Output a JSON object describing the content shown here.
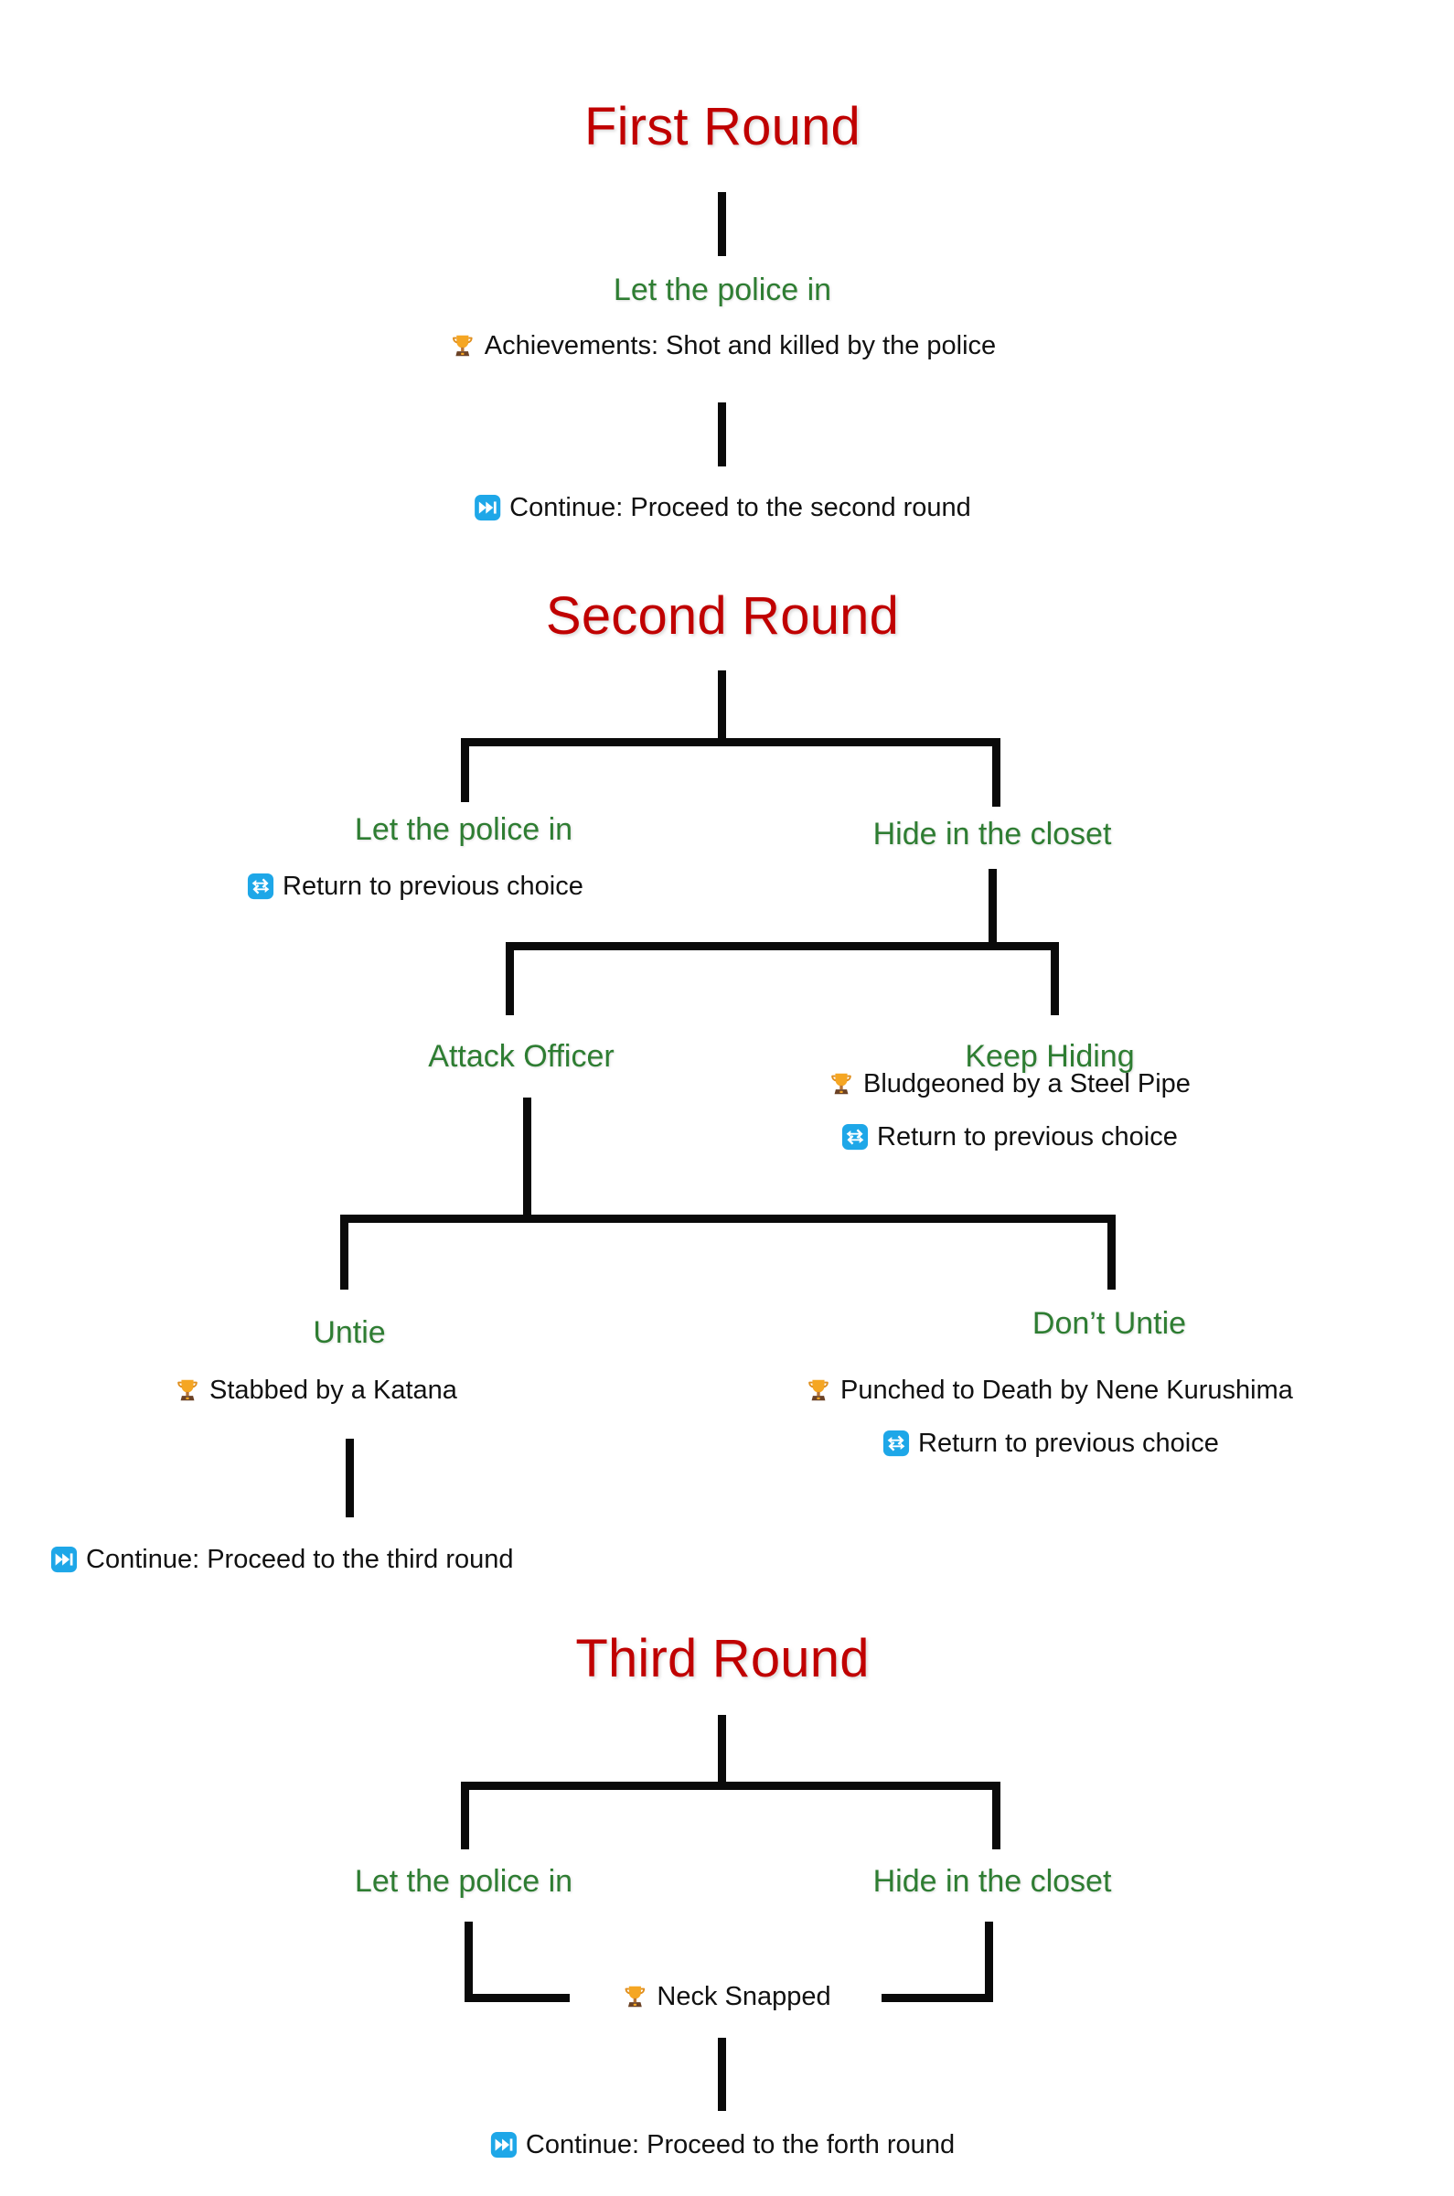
{
  "diagram": {
    "title": "Game ending decision tree",
    "colors": {
      "round_heading": "#c00000",
      "choice_label": "#2e7d32",
      "annotation_text": "#111111",
      "connector": "#0a0a0a",
      "icon_blue": "#1ea7e8",
      "icon_trophy_gold": "#f0a72a",
      "background": "#ffffff"
    },
    "icon_names": {
      "achievement": "trophy-icon",
      "continue": "fast-forward-icon",
      "return": "repeat-icon"
    }
  },
  "rounds": [
    {
      "id": "first",
      "heading": "First Round",
      "choices": [
        {
          "id": "first-let-police-in",
          "label": "Let the police in",
          "annotations": [
            {
              "icon": "trophy-icon",
              "text": "Achievements: Shot and killed by the police"
            }
          ]
        }
      ],
      "transition": {
        "icon": "fast-forward-icon",
        "text": "Continue: Proceed to the second round"
      }
    },
    {
      "id": "second",
      "heading": "Second Round",
      "choices": [
        {
          "id": "second-let-police-in",
          "label": "Let the police in",
          "annotations": [
            {
              "icon": "repeat-icon",
              "text": "Return to previous choice"
            }
          ]
        },
        {
          "id": "second-hide-in-closet",
          "label": "Hide in the closet",
          "annotations": []
        },
        {
          "id": "second-attack-officer",
          "label": "Attack Officer",
          "annotations": []
        },
        {
          "id": "second-keep-hiding",
          "label": "Keep Hiding",
          "annotations": [
            {
              "icon": "trophy-icon",
              "text": "Bludgeoned by a Steel Pipe"
            },
            {
              "icon": "repeat-icon",
              "text": "Return to previous choice"
            }
          ]
        },
        {
          "id": "second-untie",
          "label": "Untie",
          "annotations": [
            {
              "icon": "trophy-icon",
              "text": "Stabbed by a Katana"
            }
          ]
        },
        {
          "id": "second-dont-untie",
          "label": "Don’t Untie",
          "annotations": [
            {
              "icon": "trophy-icon",
              "text": "Punched to Death by Nene Kurushima"
            },
            {
              "icon": "repeat-icon",
              "text": "Return to previous choice"
            }
          ]
        }
      ],
      "transition": {
        "icon": "fast-forward-icon",
        "text": "Continue: Proceed to the third round"
      }
    },
    {
      "id": "third",
      "heading": "Third Round",
      "choices": [
        {
          "id": "third-let-police-in",
          "label": "Let the police in",
          "annotations": []
        },
        {
          "id": "third-hide-in-closet",
          "label": "Hide in the closet",
          "annotations": []
        }
      ],
      "merge": {
        "icon": "trophy-icon",
        "text": "Neck Snapped"
      },
      "transition": {
        "icon": "fast-forward-icon",
        "text": "Continue: Proceed to the forth round"
      }
    }
  ]
}
